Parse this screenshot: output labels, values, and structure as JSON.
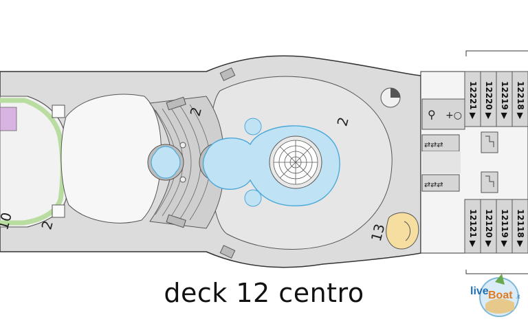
{
  "caption": "deck 12 centro",
  "area_labels": {
    "stairs_left": "2",
    "pool_deck": "2",
    "left_bottom": "2",
    "left_edge": "10",
    "jacuzzi": "13"
  },
  "cabins_top": [
    "12221",
    "12220",
    "12219",
    "12218"
  ],
  "cabins_bottom": [
    "12121",
    "12120",
    "12119",
    "12118"
  ],
  "cabin_arrow": "▶",
  "logo": {
    "text_a": "live",
    "text_b": "Boat",
    "suffix": ".it"
  },
  "colors": {
    "deck": "#d9d9d9",
    "deck_light": "#e9e9e9",
    "pool": "#bfe3f5",
    "pool_stroke": "#4aa8d8",
    "green_track": "#b9dca0",
    "jacuzzi": "#f6dea0",
    "purple_block": "#d8b4e2"
  }
}
